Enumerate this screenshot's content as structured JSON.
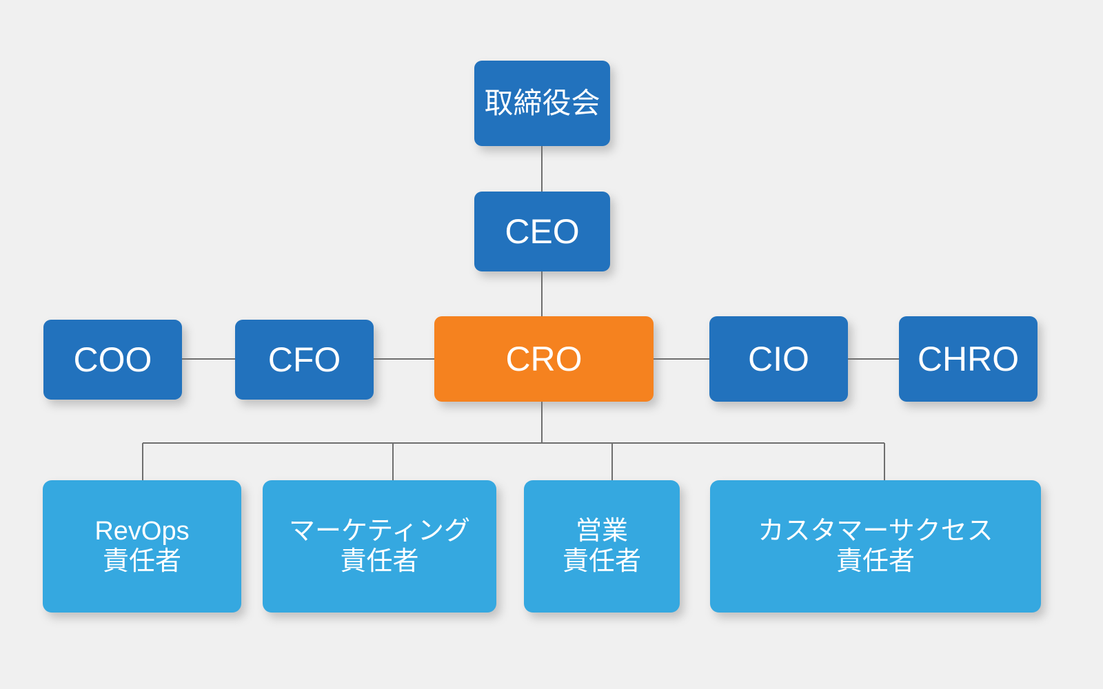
{
  "diagram": {
    "type": "org-chart",
    "title": "",
    "background_color": "#f0f0f0",
    "palette": {
      "executive_blue": "#2272bd",
      "accent_orange": "#f5821f",
      "lead_blue": "#35a8e0",
      "connector_gray": "#6e6e6e",
      "node_text": "#ffffff"
    },
    "levels": [
      {
        "id": "board",
        "nodes": [
          {
            "id": "board",
            "label": "取締役会",
            "color": "#2272bd"
          }
        ]
      },
      {
        "id": "ceo",
        "nodes": [
          {
            "id": "ceo",
            "label": "CEO",
            "color": "#2272bd"
          }
        ]
      },
      {
        "id": "csuite",
        "nodes": [
          {
            "id": "coo",
            "label": "COO",
            "color": "#2272bd",
            "highlighted": false
          },
          {
            "id": "cfo",
            "label": "CFO",
            "color": "#2272bd",
            "highlighted": false
          },
          {
            "id": "cro",
            "label": "CRO",
            "color": "#f5821f",
            "highlighted": true
          },
          {
            "id": "cio",
            "label": "CIO",
            "color": "#2272bd",
            "highlighted": false
          },
          {
            "id": "chro",
            "label": "CHRO",
            "color": "#2272bd",
            "highlighted": false
          }
        ]
      },
      {
        "id": "leads",
        "nodes": [
          {
            "id": "revops",
            "label": "RevOps\n責任者",
            "color": "#35a8e0"
          },
          {
            "id": "mktg",
            "label": "マーケティング\n責任者",
            "color": "#35a8e0"
          },
          {
            "id": "sales",
            "label": "営業\n責任者",
            "color": "#35a8e0"
          },
          {
            "id": "cs",
            "label": "カスタマーサクセス\n責任者",
            "color": "#35a8e0"
          }
        ]
      }
    ],
    "edges": [
      {
        "from": "board",
        "to": "ceo",
        "style": "vertical"
      },
      {
        "from": "ceo",
        "to": "cro",
        "style": "vertical"
      },
      {
        "from": "coo",
        "to": "cfo",
        "style": "horizontal"
      },
      {
        "from": "cfo",
        "to": "cro",
        "style": "horizontal"
      },
      {
        "from": "cro",
        "to": "cio",
        "style": "horizontal"
      },
      {
        "from": "cio",
        "to": "chro",
        "style": "horizontal"
      },
      {
        "from": "cro",
        "to": "revops",
        "style": "elbow"
      },
      {
        "from": "cro",
        "to": "mktg",
        "style": "elbow"
      },
      {
        "from": "cro",
        "to": "sales",
        "style": "elbow"
      },
      {
        "from": "cro",
        "to": "cs",
        "style": "elbow"
      }
    ]
  }
}
